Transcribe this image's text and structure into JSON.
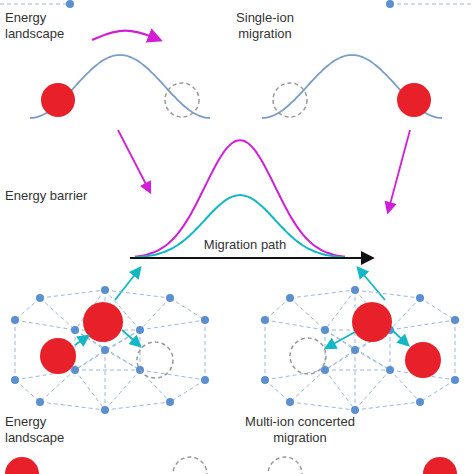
{
  "diagram": {
    "labels": [
      "Energy landscape",
      "Single-ion migration",
      "Energy barrier",
      "Migration path",
      "Energy landscape",
      "Multi-ion concerted migration"
    ]
  }
}
